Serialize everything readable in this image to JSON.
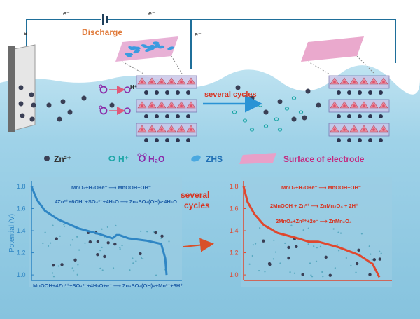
{
  "circuit": {
    "electron_left": "e⁻",
    "electron_top_left": "e⁻",
    "electron_top_right": "e⁻",
    "electron_right": "e⁻",
    "discharge_label": "Discharge"
  },
  "process": {
    "arrow_label": "several cycles"
  },
  "legend": {
    "items": [
      {
        "symbol": "zn-ion",
        "label": "Zn²⁺"
      },
      {
        "symbol": "proton",
        "label": "H⁺"
      },
      {
        "symbol": "water",
        "label": "H₂O"
      },
      {
        "symbol": "zhs",
        "label": "ZHS"
      },
      {
        "symbol": "electrode-surface",
        "label": "Surface of electrode"
      }
    ]
  },
  "left_chart": {
    "ylabel": "Potential (V)",
    "ticks": [
      "1.8",
      "1.6",
      "1.4",
      "1.2",
      "1.0"
    ],
    "eq1": "MnO₂+H₂O+e⁻ ⟶ MnOOH+OH⁻",
    "eq2": "4Zn²⁺+6OH⁻+SO₄²⁻+4H₂O ⟶ Zn₄SO₄(OH)₆·4H₂O",
    "eq3": "MnOOH+4Zn²⁺+SO₄²⁻+4H₂O+e⁻ ⟶ Zn₄SO₄(OH)₆+Mn²⁺+3H⁺"
  },
  "middle": {
    "line1": "several",
    "line2": "cycles"
  },
  "right_chart": {
    "ticks": [
      "1.8",
      "1.6",
      "1.4",
      "1.2",
      "1.0"
    ],
    "eq1": "MnO₂+H₂O+e⁻ ⟶ MnOOH+OH⁻",
    "eq2": "2MnOOH + Zn²⁺ ⟶ ZnMn₂O₄ + 2H⁺",
    "eq3": "2MnO₂+Zn²⁺+2e⁻ ⟶ ZnMn₂O₄"
  },
  "colors": {
    "electrolyte": "#8fc8e0",
    "chart_bg": "#8fc6df",
    "blue_curve": "#2f86c4",
    "red_curve": "#e0472e",
    "equation_blue": "#1f5fa8",
    "equation_red": "#d8321f",
    "discharge_orange": "#e07a3a",
    "cycles_arrow": "#2a93d5",
    "water_purple": "#8b2aa8",
    "surface_pink": "#e8a0c8",
    "surface_label": "#c42a7f"
  },
  "chart_data": [
    {
      "type": "line",
      "title": "",
      "xlabel": "",
      "ylabel": "Potential (V)",
      "ylim": [
        0.95,
        1.85
      ],
      "series": [
        {
          "x": [
            0,
            0.04,
            0.1,
            0.2,
            0.35,
            0.5,
            0.6,
            0.63,
            0.65,
            0.72,
            0.85,
            0.96,
            0.99,
            1.0
          ],
          "values": [
            1.8,
            1.68,
            1.58,
            1.5,
            1.42,
            1.37,
            1.33,
            1.36,
            1.36,
            1.33,
            1.31,
            1.28,
            1.15,
            1.0
          ]
        }
      ]
    },
    {
      "type": "line",
      "title": "",
      "xlabel": "",
      "ylabel": "",
      "ylim": [
        0.95,
        1.85
      ],
      "series": [
        {
          "x": [
            0,
            0.03,
            0.08,
            0.15,
            0.25,
            0.4,
            0.48,
            0.55,
            0.7,
            0.85,
            0.95,
            1.0
          ],
          "values": [
            1.8,
            1.66,
            1.55,
            1.45,
            1.38,
            1.33,
            1.3,
            1.3,
            1.25,
            1.18,
            1.1,
            0.98
          ]
        }
      ]
    }
  ]
}
